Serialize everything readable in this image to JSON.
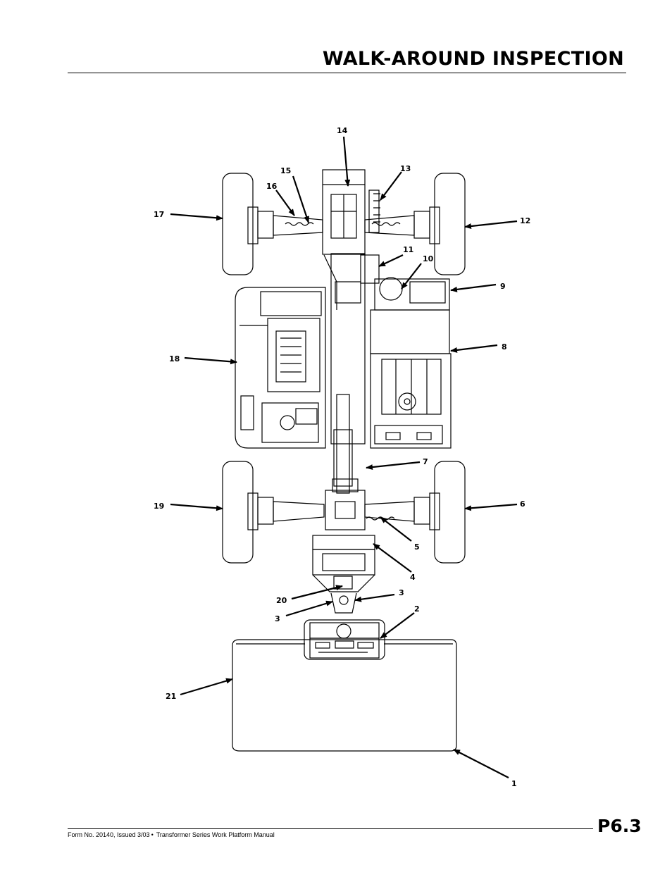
{
  "header": {
    "title": "WALK-AROUND INSPECTION"
  },
  "footer": {
    "form_text": "Form No. 20140, Issued 3/03",
    "bullet": "•",
    "manual_text": "Transformer Series Work Platform Manual",
    "page_number": "P6.3"
  },
  "callouts": [
    "1",
    "2",
    "3",
    "3",
    "4",
    "5",
    "6",
    "7",
    "8",
    "9",
    "10",
    "11",
    "12",
    "13",
    "14",
    "15",
    "16",
    "17",
    "18",
    "19",
    "20",
    "21"
  ]
}
